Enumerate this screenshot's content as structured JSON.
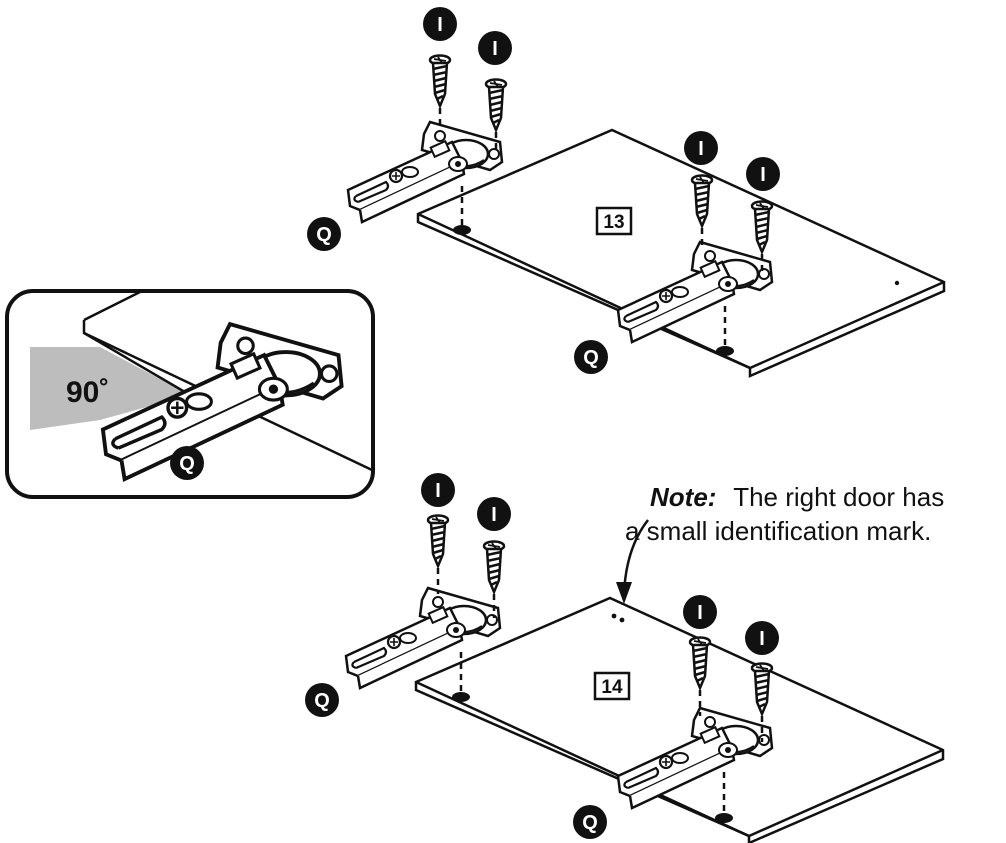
{
  "parts": {
    "screw_label": "I",
    "hinge_label": "Q"
  },
  "panels": {
    "top_label": "13",
    "bottom_label": "14"
  },
  "inset": {
    "angle_label": "90˚"
  },
  "note": {
    "prefix": "Note:",
    "line1": "The right door has",
    "line2": "a small identification mark."
  },
  "colors": {
    "ink": "#111111",
    "inset_wedge": "#bdbdbd",
    "badge_fill": "#111111"
  }
}
